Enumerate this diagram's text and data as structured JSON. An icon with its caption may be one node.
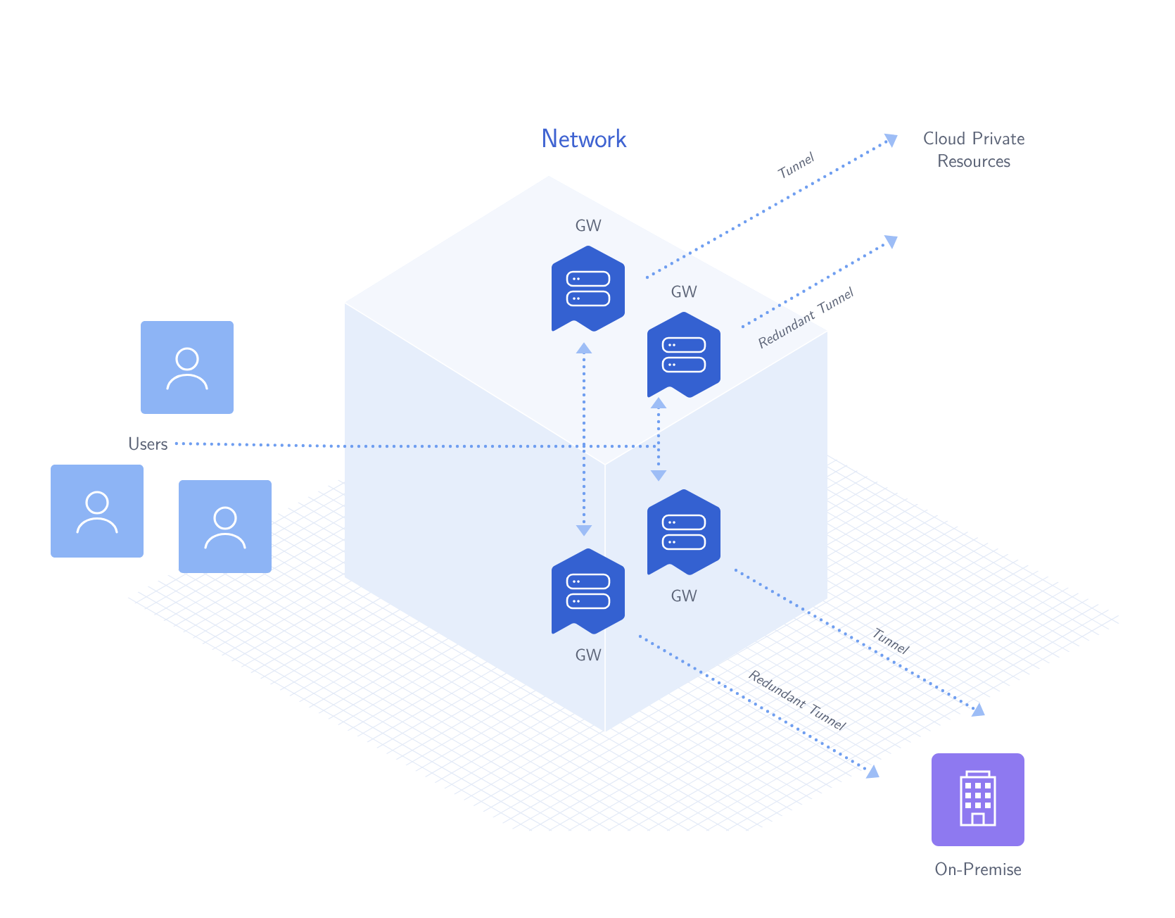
{
  "diagram": {
    "nodes": [
      {
        "text": [
          "Network"
        ]
      },
      {
        "text": [
          "GW"
        ],
        "in": 0
      },
      {
        "text": [
          "GW"
        ],
        "in": 0
      },
      {
        "text": [
          "GW"
        ],
        "in": 0
      },
      {
        "text": [
          "GW"
        ],
        "in": 0
      },
      {
        "text": [
          "Users"
        ]
      },
      {
        "text": [
          "Cloud Private Resources"
        ]
      },
      {
        "text": [
          "On-Premise"
        ]
      }
    ],
    "edges": [
      {
        "from": 1,
        "to": 6,
        "arrow": "to",
        "label": "Tunnel"
      },
      {
        "from": 2,
        "to": 6,
        "arrow": "to",
        "label": "Redundant Tunnel"
      },
      {
        "from": 3,
        "to": 7,
        "arrow": "to",
        "label": "Tunnel"
      },
      {
        "from": 4,
        "to": 7,
        "arrow": "to",
        "label": "Redundant Tunnel"
      },
      {
        "from": 1,
        "to": 4,
        "arrow": "both"
      },
      {
        "from": 2,
        "to": 3,
        "arrow": "both"
      },
      {
        "from": 5,
        "to": 0,
        "arrow": "none"
      }
    ]
  }
}
